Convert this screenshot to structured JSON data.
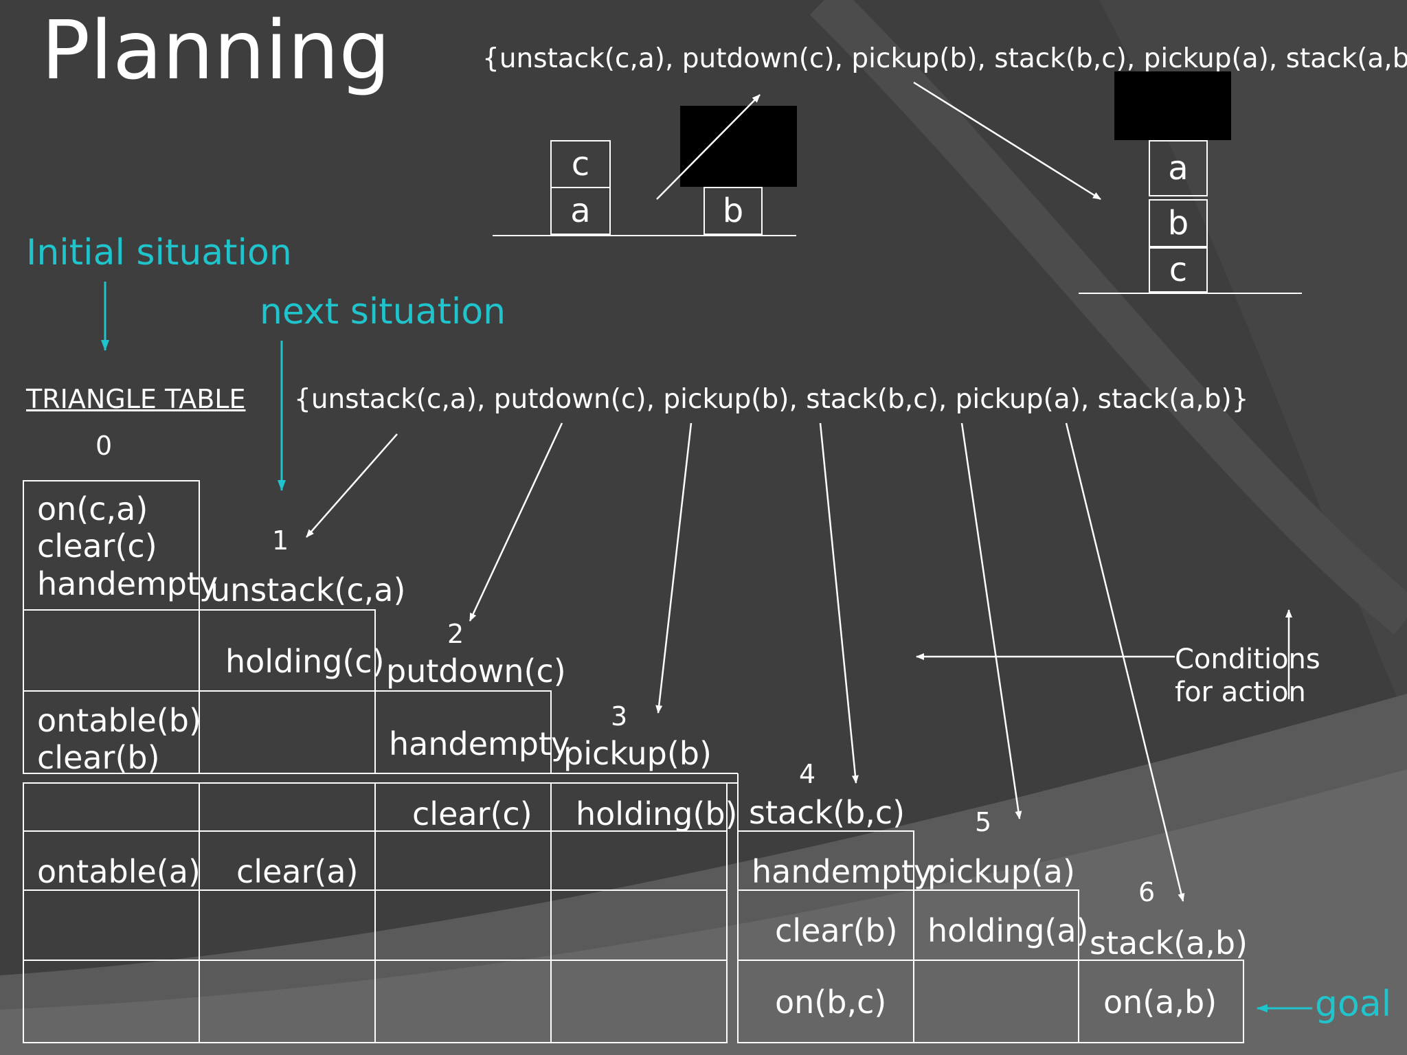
{
  "title": "Planning",
  "plan_top": "{unstack(c,a), putdown(c), pickup(b), stack(b,c), pickup(a), stack(a,b)}",
  "plan_mid": "{unstack(c,a), putdown(c), pickup(b), stack(b,c), pickup(a), stack(a,b)}",
  "labels": {
    "initial": "Initial situation",
    "next": "next situation",
    "table": "TRIANGLE TABLE",
    "goal": "goal",
    "conditions_1": "Conditions",
    "conditions_2": "for action"
  },
  "initial_blocks": {
    "top": "c",
    "bottom": "a",
    "single": "b"
  },
  "goal_blocks": [
    "a",
    "b",
    "c"
  ],
  "columns": [
    "0",
    "1",
    "2",
    "3",
    "4",
    "5",
    "6"
  ],
  "actions": [
    "unstack(c,a)",
    "putdown(c)",
    "pickup(b)",
    "stack(b,c)",
    "pickup(a)",
    "stack(a,b)"
  ],
  "cells": {
    "r1c0": [
      "on(c,a)",
      "clear(c)",
      "handempty"
    ],
    "r2c1": "holding(c)",
    "r3c0": [
      "ontable(b)",
      "clear(b)"
    ],
    "r3c2": "handempty",
    "r4c2": "clear(c)",
    "r4c3": "holding(b)",
    "r5c0": "ontable(a)",
    "r5c1": "clear(a)",
    "r5c4": "handempty",
    "r6c4": "clear(b)",
    "r6c5": "holding(a)",
    "r7c4": "on(b,c)",
    "r7c6": "on(a,b)"
  },
  "colors": {
    "background": "#3e3e3e",
    "accent": "#20c4cc",
    "ink": "#ffffff"
  }
}
